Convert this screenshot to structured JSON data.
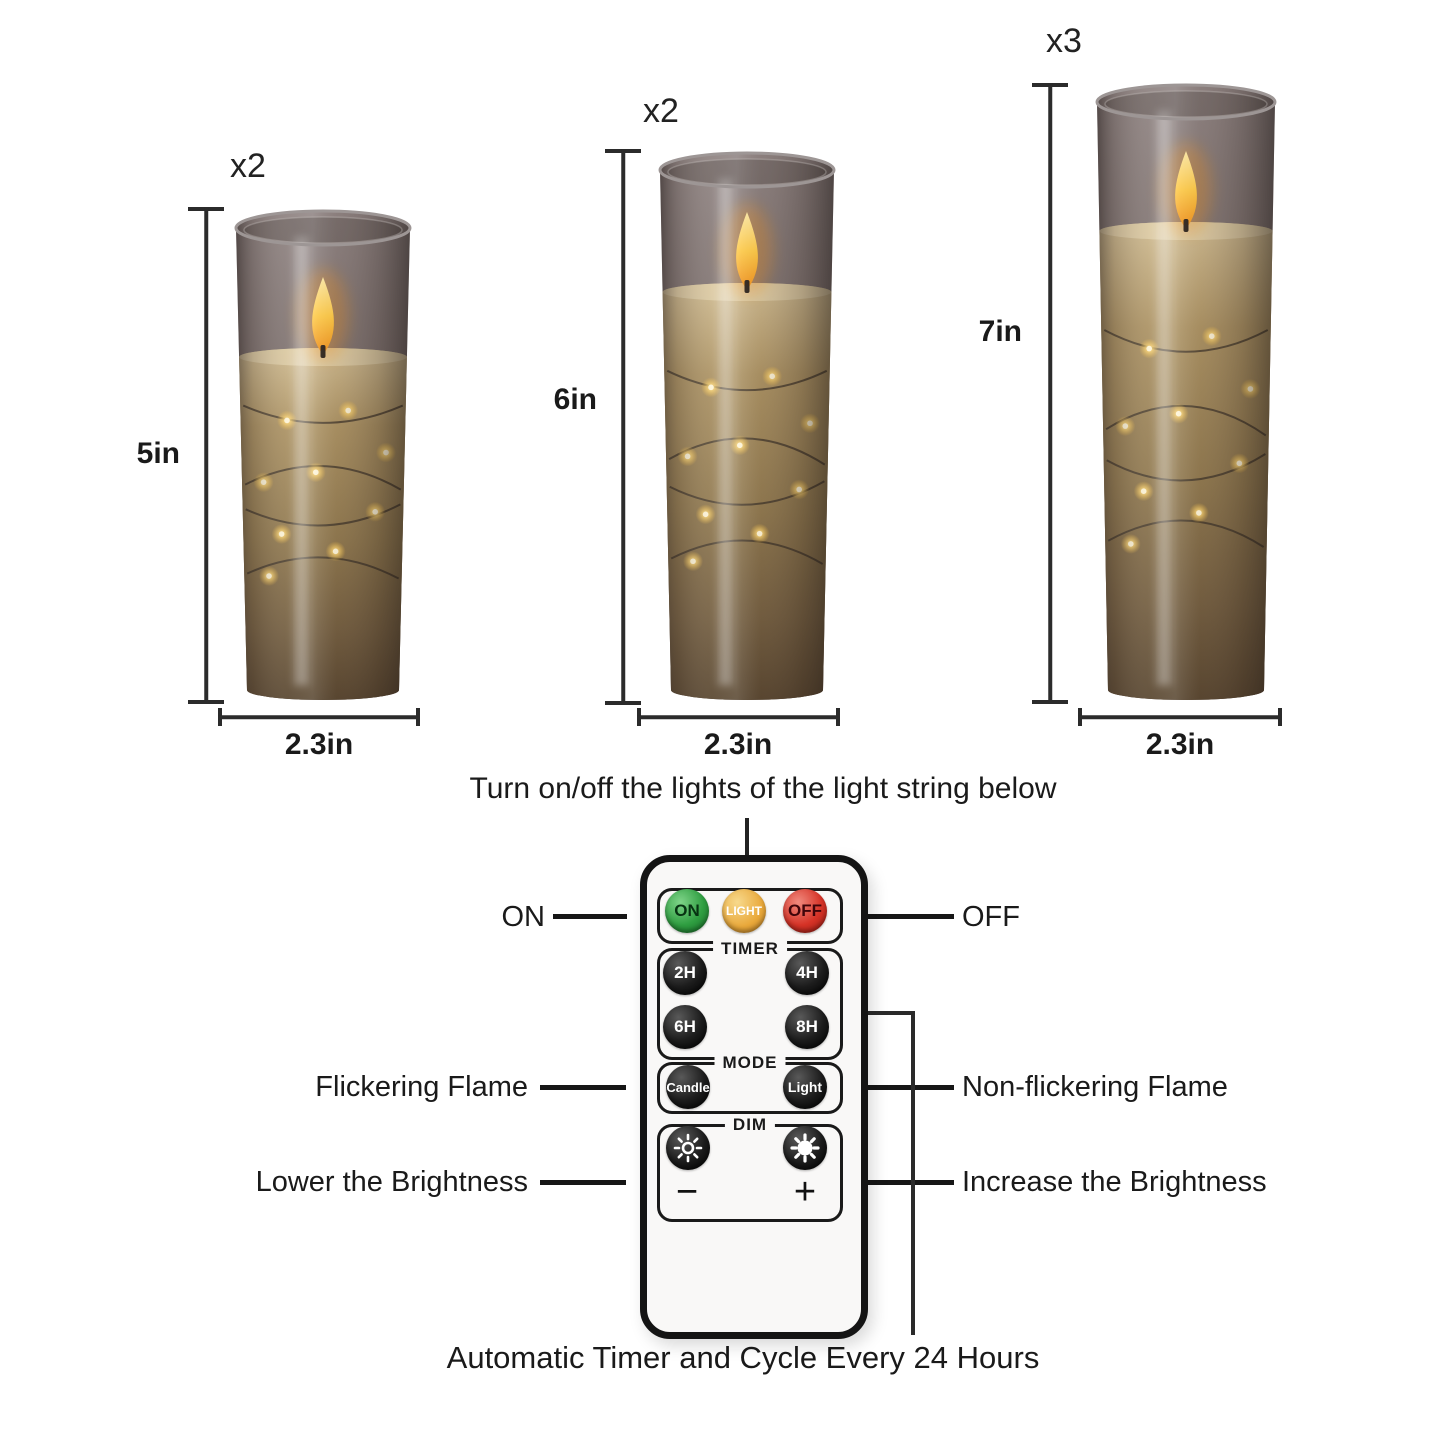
{
  "notes": {
    "top": "Turn on/off the lights of the light string below",
    "bottom": "Automatic Timer and Cycle Every 24 Hours"
  },
  "candles": [
    {
      "qty": "x2",
      "height": "5in",
      "width": "2.3in"
    },
    {
      "qty": "x2",
      "height": "6in",
      "width": "2.3in"
    },
    {
      "qty": "x3",
      "height": "7in",
      "width": "2.3in"
    }
  ],
  "remote": {
    "power": [
      {
        "label": "ON",
        "color": "#2f9e41"
      },
      {
        "label": "LIGHT",
        "color": "#e9a83a"
      },
      {
        "label": "OFF",
        "color": "#d63327"
      }
    ],
    "sections": {
      "timer": {
        "label": "TIMER",
        "buttons": [
          "2H",
          "4H",
          "6H",
          "8H"
        ]
      },
      "mode": {
        "label": "MODE",
        "buttons": [
          "Candle",
          "Light"
        ]
      },
      "dim": {
        "label": "DIM",
        "minus": "−",
        "plus": "+"
      }
    }
  },
  "callouts": {
    "on": "ON",
    "off": "OFF",
    "flickering": "Flickering Flame",
    "non_flickering": "Non-flickering Flame",
    "lower": "Lower the Brightness",
    "increase": "Increase the Brightness"
  },
  "colors": {
    "glass_smoke": "#6e615e",
    "wax": "#a98f5e",
    "wax_top": "#dbc9a0",
    "flame": "#ffc83e",
    "flame_deep": "#f08a10",
    "led_glow": "#ffe9a8",
    "wire": "#2f261e",
    "line_black": "#161616",
    "remote_green": "#2f9e41",
    "remote_amber": "#e9a83a",
    "remote_red": "#d63327",
    "button_black": "#141414"
  }
}
